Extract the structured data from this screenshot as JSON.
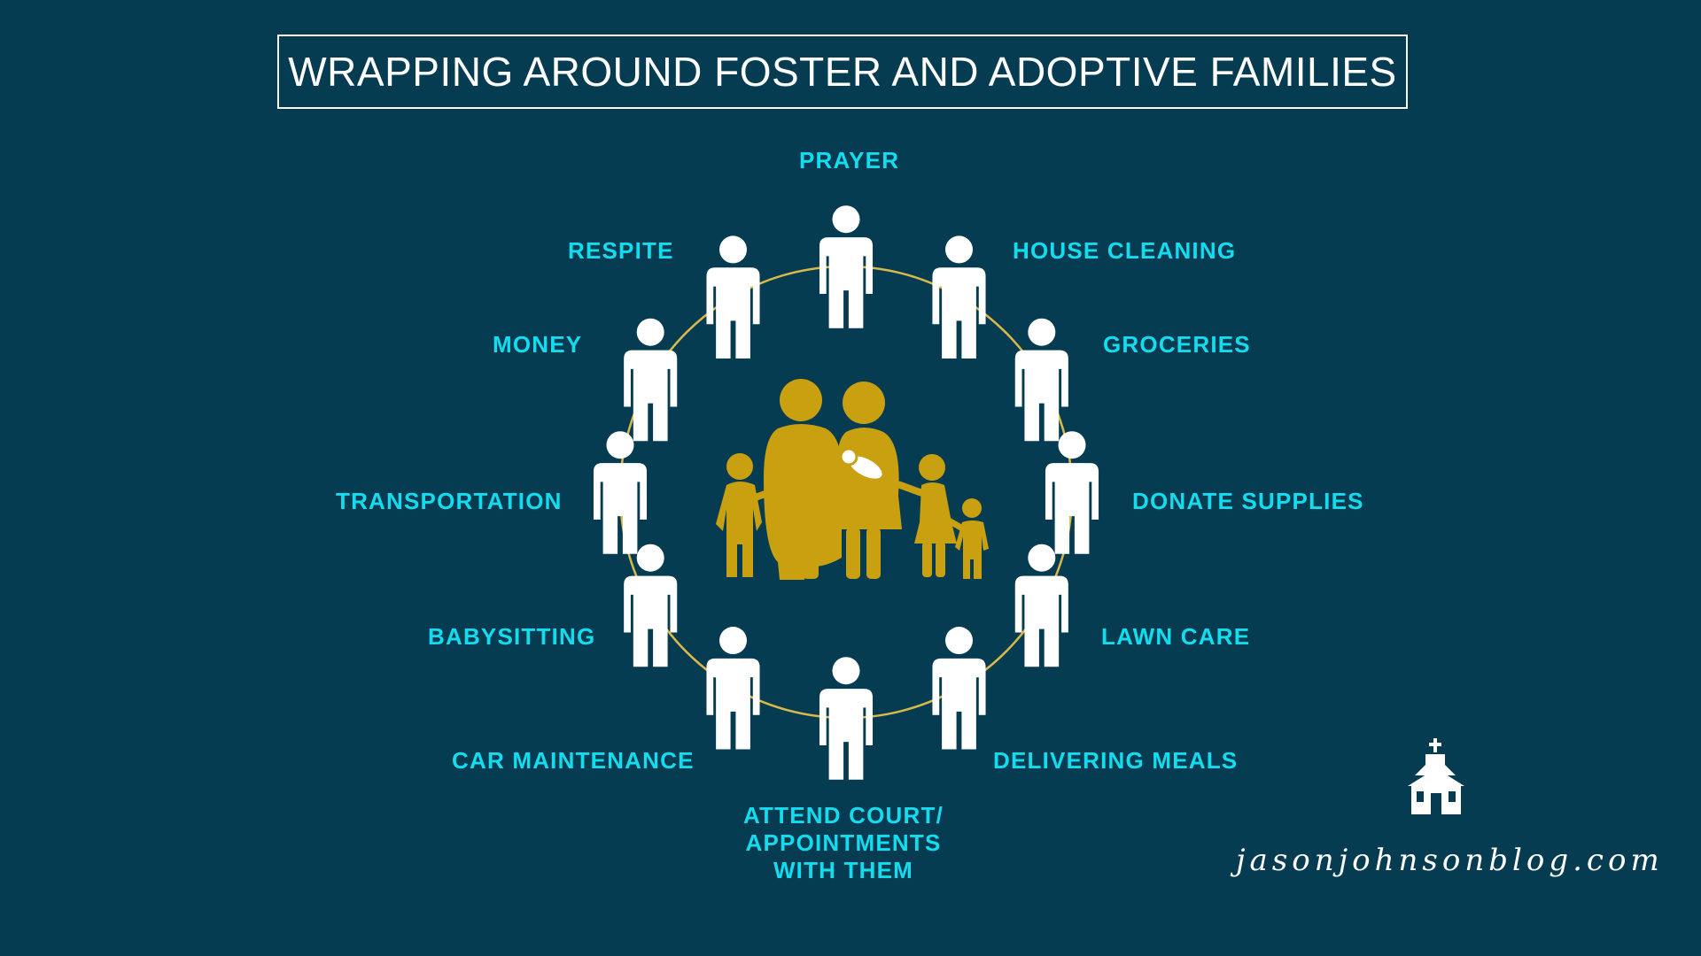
{
  "title": "WRAPPING AROUND FOSTER AND ADOPTIVE FAMILIES",
  "labels": {
    "prayer": "PRAYER",
    "respite": "RESPITE",
    "house_cleaning": "HOUSE CLEANING",
    "money": "MONEY",
    "groceries": "GROCERIES",
    "transportation": "TRANSPORTATION",
    "donate_supplies": "DONATE SUPPLIES",
    "babysitting": "BABYSITTING",
    "lawn_care": "LAWN CARE",
    "car_maintenance": "CAR MAINTENANCE",
    "delivering_meals": "DELIVERING MEALS",
    "attend_court_line1": "ATTEND COURT/",
    "attend_court_line2": "APPOINTMENTS",
    "attend_court_line3": "WITH THEM"
  },
  "website": "jasonjohnsonblog.com",
  "icons": {
    "support_person": "person-icon",
    "center": "family-icon",
    "logo": "church-icon"
  },
  "colors": {
    "background": "#063c52",
    "label": "#14dcef",
    "family": "#c9a00f",
    "ring": "#d9b94a",
    "person": "#ffffff",
    "title": "#ffffff"
  },
  "support_people_count": 12
}
